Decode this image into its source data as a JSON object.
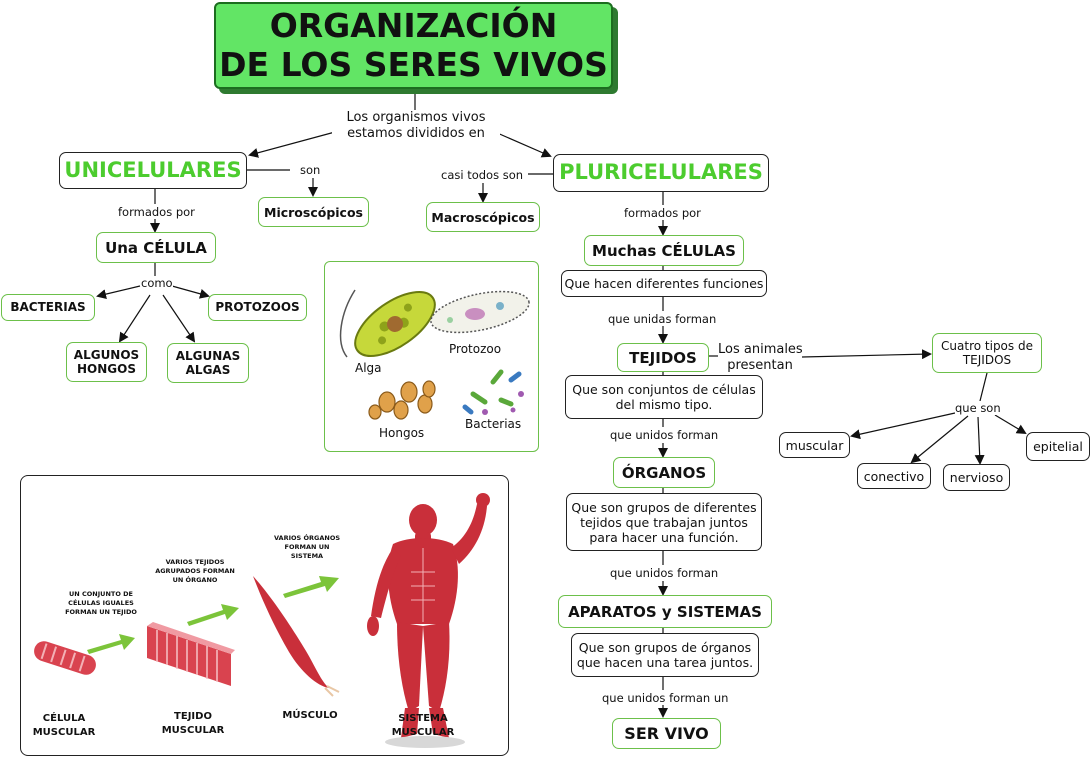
{
  "title": {
    "line1": "ORGANIZACIÓN",
    "line2": "DE LOS SERES VIVOS"
  },
  "links": {
    "divided_line1": "Los organismos vivos",
    "divided_line2": "estamos divididos en",
    "son": "son",
    "casi_todos_son": "casi todos son",
    "formados_por_uni": "formados por",
    "formados_por_pluri": "formados por",
    "como": "como",
    "unidas_forman": "que unidas forman",
    "unidos_forman_1": "que unidos forman",
    "unidos_forman_2": "que unidos forman",
    "unidos_forman_un": "que unidos forman un",
    "animales_line1": "Los animales",
    "animales_line2": "presentan",
    "que_son": "que son"
  },
  "concepts": {
    "unicelulares": "UNICELULARES",
    "pluricelulares": "PLURICELULARES",
    "microscopicos": "Microscópicos",
    "macroscopicos": "Macroscópicos",
    "una_celula": "Una CÉLULA",
    "bacterias": "BACTERIAS",
    "protozoos": "PROTOZOOS",
    "algunos_hongos_1": "ALGUNOS",
    "algunos_hongos_2": "HONGOS",
    "algunas_algas_1": "ALGUNAS",
    "algunas_algas_2": "ALGAS",
    "muchas_celulas": "Muchas CÉLULAS",
    "diferentes_funciones": "Que hacen diferentes funciones",
    "tejidos": "TEJIDOS",
    "tejidos_def_1": "Que son conjuntos de células",
    "tejidos_def_2": "del mismo tipo.",
    "organos": "ÓRGANOS",
    "organos_def_1": "Que son grupos de diferentes",
    "organos_def_2": "tejidos que trabajan juntos",
    "organos_def_3": "para hacer una función.",
    "aparatos": "APARATOS y SISTEMAS",
    "aparatos_def_1": "Que son grupos de órganos",
    "aparatos_def_2": "que hacen una tarea juntos.",
    "ser_vivo": "SER VIVO",
    "cuatro_tipos_1": "Cuatro tipos de",
    "cuatro_tipos_2": "TEJIDOS",
    "muscular": "muscular",
    "conectivo": "conectivo",
    "nervioso": "nervioso",
    "epitelial": "epitelial"
  },
  "microbes_image": {
    "alga": "Alga",
    "protozoo": "Protozoo",
    "hongos": "Hongos",
    "bacterias": "Bacterias"
  },
  "muscle_image": {
    "conjunto_1": "UN CONJUNTO DE",
    "conjunto_2": "CÉLULAS IGUALES",
    "conjunto_3": "FORMAN UN TEJIDO",
    "varios_tejidos_1": "VARIOS TEJIDOS",
    "varios_tejidos_2": "AGRUPADOS FORMAN",
    "varios_tejidos_3": "UN ÓRGANO",
    "varios_organos_1": "VARIOS ÓRGANOS",
    "varios_organos_2": "FORMAN UN",
    "varios_organos_3": "SISTEMA",
    "celula_1": "CÉLULA",
    "celula_2": "MUSCULAR",
    "tejido_1": "TEJIDO",
    "tejido_2": "MUSCULAR",
    "musculo": "MÚSCULO",
    "sistema_1": "SISTEMA",
    "sistema_2": "MUSCULAR"
  },
  "colors": {
    "title_fill": "#62e565",
    "title_border": "#1c6d1f",
    "accent_green_text": "#4ccc2e",
    "green_border": "#6cc04a",
    "muscle_red": "#c92f3a",
    "arrow_green": "#7cc43a"
  }
}
